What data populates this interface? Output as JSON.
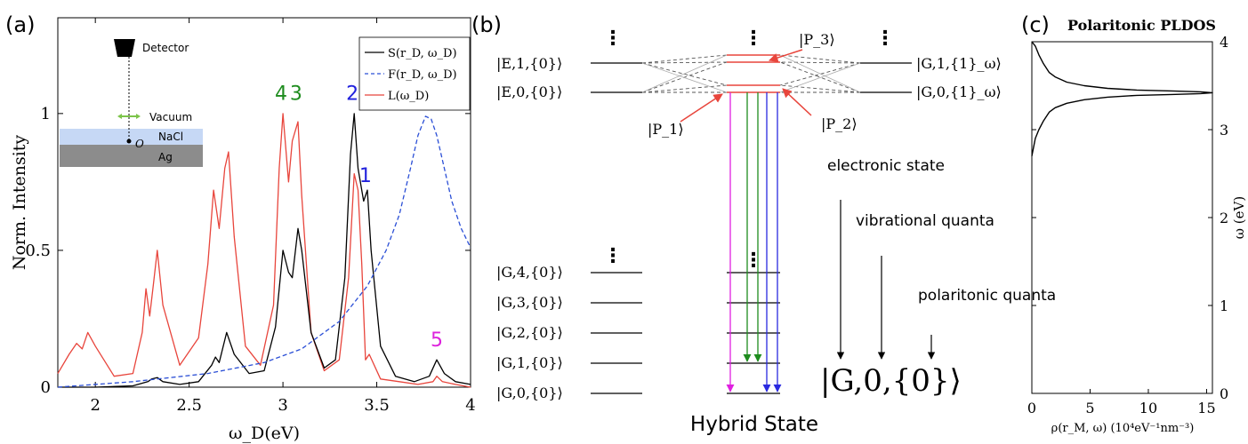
{
  "chart_data": [
    {
      "type": "line",
      "panel_label": "(a)",
      "xlabel": "ω_D(eV)",
      "ylabel": "Norm. Intensity",
      "xlim": [
        1.8,
        4.0
      ],
      "ylim": [
        0,
        1.35
      ],
      "xticks": [
        "2",
        "2.5",
        "3",
        "3.5",
        "4"
      ],
      "yticks": [
        "0",
        "0.5",
        "1"
      ],
      "legend": {
        "position": "top-right",
        "entries": [
          "S(r_D, ω_D)",
          "F(r_D, ω_D)",
          "L(ω_D)"
        ]
      },
      "series": [
        {
          "name": "S(r_D, ω_D)",
          "color": "#000000",
          "style": "solid",
          "x": [
            1.8,
            2.0,
            2.2,
            2.28,
            2.3,
            2.33,
            2.36,
            2.45,
            2.55,
            2.62,
            2.64,
            2.66,
            2.7,
            2.74,
            2.82,
            2.9,
            2.96,
            3.0,
            3.03,
            3.05,
            3.08,
            3.1,
            3.15,
            3.22,
            3.28,
            3.33,
            3.36,
            3.38,
            3.4,
            3.43,
            3.45,
            3.47,
            3.52,
            3.6,
            3.7,
            3.78,
            3.82,
            3.86,
            3.92,
            4.0
          ],
          "y": [
            0.0,
            0.0,
            0.005,
            0.02,
            0.03,
            0.035,
            0.02,
            0.01,
            0.02,
            0.08,
            0.11,
            0.09,
            0.2,
            0.12,
            0.05,
            0.06,
            0.22,
            0.5,
            0.42,
            0.4,
            0.58,
            0.5,
            0.2,
            0.07,
            0.1,
            0.4,
            0.85,
            1.0,
            0.8,
            0.68,
            0.72,
            0.5,
            0.15,
            0.04,
            0.02,
            0.04,
            0.1,
            0.05,
            0.02,
            0.01
          ]
        },
        {
          "name": "F(r_D, ω_D)",
          "color": "#2b4fd6",
          "style": "dashed",
          "x": [
            1.8,
            2.2,
            2.6,
            2.9,
            3.1,
            3.3,
            3.45,
            3.55,
            3.62,
            3.68,
            3.72,
            3.76,
            3.79,
            3.82,
            3.86,
            3.9,
            3.95,
            4.0
          ],
          "y": [
            0.0,
            0.02,
            0.05,
            0.09,
            0.14,
            0.24,
            0.37,
            0.5,
            0.63,
            0.8,
            0.92,
            0.99,
            0.98,
            0.92,
            0.8,
            0.68,
            0.58,
            0.51
          ]
        },
        {
          "name": "L(ω_D)",
          "color": "#e8453c",
          "style": "solid",
          "x": [
            1.8,
            1.86,
            1.9,
            1.93,
            1.96,
            2.0,
            2.1,
            2.2,
            2.25,
            2.27,
            2.29,
            2.31,
            2.33,
            2.36,
            2.45,
            2.55,
            2.6,
            2.63,
            2.66,
            2.69,
            2.71,
            2.74,
            2.8,
            2.88,
            2.95,
            2.98,
            3.0,
            3.03,
            3.05,
            3.08,
            3.1,
            3.15,
            3.22,
            3.3,
            3.35,
            3.38,
            3.4,
            3.42,
            3.44,
            3.46,
            3.52,
            3.62,
            3.72,
            3.8,
            3.82,
            3.85,
            3.92,
            4.0
          ],
          "y": [
            0.05,
            0.12,
            0.16,
            0.14,
            0.2,
            0.15,
            0.04,
            0.05,
            0.2,
            0.36,
            0.26,
            0.38,
            0.5,
            0.3,
            0.08,
            0.18,
            0.45,
            0.72,
            0.58,
            0.8,
            0.86,
            0.55,
            0.15,
            0.08,
            0.3,
            0.8,
            1.0,
            0.75,
            0.9,
            0.97,
            0.7,
            0.2,
            0.06,
            0.1,
            0.4,
            0.78,
            0.72,
            0.45,
            0.1,
            0.12,
            0.03,
            0.02,
            0.01,
            0.02,
            0.04,
            0.02,
            0.01,
            0.0
          ]
        }
      ],
      "annotations": [
        {
          "text": "4",
          "x": 2.99,
          "y": 1.05,
          "color": "#1e8c1e"
        },
        {
          "text": "3",
          "x": 3.07,
          "y": 1.05,
          "color": "#1e8c1e"
        },
        {
          "text": "2",
          "x": 3.37,
          "y": 1.05,
          "color": "#2222dd"
        },
        {
          "text": "1",
          "x": 3.44,
          "y": 0.75,
          "color": "#2222dd"
        },
        {
          "text": "5",
          "x": 3.82,
          "y": 0.15,
          "color": "#dd22dd"
        }
      ],
      "inset": {
        "detector_label": "Detector",
        "vacuum_label": "Vacuum",
        "layer_labels": [
          "NaCl",
          "Ag"
        ],
        "origin_label": "O",
        "colors": {
          "nacl": "#c6d8f5",
          "ag": "#8c8c8c",
          "arrow": "#7cc44a"
        }
      }
    },
    {
      "type": "heatmap",
      "panel_label": "(b)",
      "title": "",
      "left_upper_states": [
        "|E,1,{0}⟩",
        "|E,0,{0}⟩"
      ],
      "right_upper_states": [
        "|G,1,{1}_ω⟩",
        "|G,0,{1}_ω⟩"
      ],
      "ground_states": [
        "|G,4,{0}⟩",
        "|G,3,{0}⟩",
        "|G,2,{0}⟩",
        "|G,1,{0}⟩",
        "|G,0,{0}⟩"
      ],
      "polariton_labels": [
        "|P_3⟩",
        "|P_1⟩",
        "|P_2⟩"
      ],
      "transition_colors": [
        "#e020e0",
        "#1e8c1e",
        "#1e8c1e",
        "#2a2ae0",
        "#2a2ae0"
      ],
      "legend_labels": [
        "electronic state",
        "vibrational quanta",
        "polaritonic quanta"
      ],
      "big_state": "|G,0,{0}⟩",
      "caption": "Hybrid State",
      "ellipsis": "⋮"
    },
    {
      "type": "line",
      "panel_label": "(c)",
      "title": "Polaritonic PLDOS",
      "xlabel": "ρ(r_M, ω)  (10⁴eV⁻¹nm⁻³)",
      "ylabel": "ω (eV)",
      "xlim": [
        0,
        15.5
      ],
      "ylim": [
        0,
        4
      ],
      "xticks": [
        "0",
        "5",
        "10",
        "15"
      ],
      "yticks": [
        "0",
        "1",
        "2",
        "3",
        "4"
      ],
      "series": [
        {
          "color": "#000000",
          "x": [
            0.0,
            0.3,
            0.6,
            1.0,
            1.5,
            2.0,
            3.0,
            4.5,
            6.5,
            9.0,
            12.0,
            14.5,
            15.5,
            14.5,
            12.0,
            9.0,
            6.5,
            4.5,
            3.0,
            2.0,
            1.5,
            1.0,
            0.6,
            0.3,
            0.0
          ],
          "y": [
            4.0,
            3.95,
            3.85,
            3.75,
            3.65,
            3.6,
            3.54,
            3.5,
            3.47,
            3.45,
            3.44,
            3.43,
            3.42,
            3.41,
            3.4,
            3.39,
            3.37,
            3.34,
            3.3,
            3.25,
            3.2,
            3.1,
            3.0,
            2.9,
            2.7
          ]
        }
      ]
    }
  ]
}
